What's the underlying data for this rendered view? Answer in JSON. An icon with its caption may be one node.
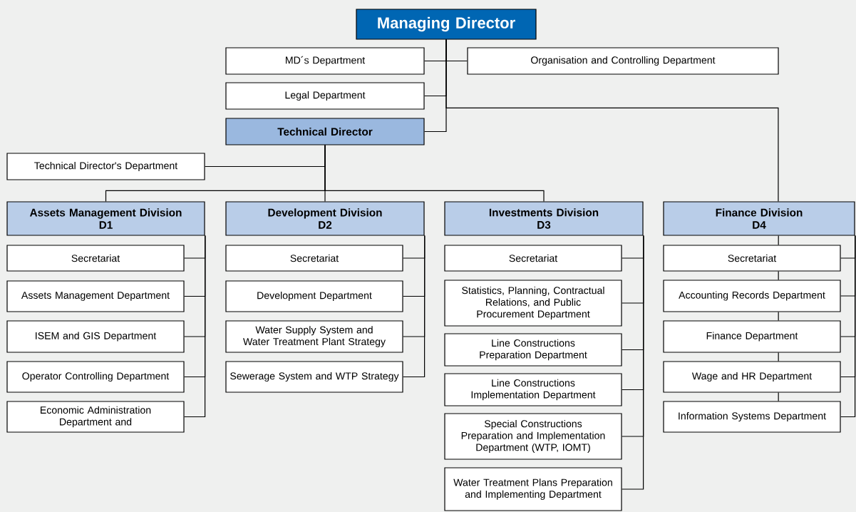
{
  "diagram": {
    "nodes": [
      {
        "text": [
          "Managing Director"
        ]
      },
      {
        "text": [
          "MD´s Department"
        ]
      },
      {
        "text": [
          "Organisation and Controlling Department"
        ]
      },
      {
        "text": [
          "Legal Department"
        ]
      },
      {
        "text": [
          "Technical Director"
        ]
      },
      {
        "text": [
          "Technical Director's Department"
        ]
      },
      {
        "text": [
          "Assets Management Division",
          "D1"
        ]
      },
      {
        "text": [
          "Development Division",
          "D2"
        ]
      },
      {
        "text": [
          "Investments Division",
          "D3"
        ]
      },
      {
        "text": [
          "Finance Division",
          "D4"
        ]
      },
      {
        "text": [
          "Secretariat"
        ]
      },
      {
        "text": [
          "Assets Management Department"
        ]
      },
      {
        "text": [
          "ISEM and GIS Department"
        ]
      },
      {
        "text": [
          "Operator Controlling Department"
        ]
      },
      {
        "text": [
          "Economic Administration Department and"
        ]
      },
      {
        "text": [
          "Secretariat"
        ]
      },
      {
        "text": [
          "Development Department"
        ]
      },
      {
        "text": [
          "Water Supply System and Water Treatment Plant Strategy"
        ]
      },
      {
        "text": [
          "Sewerage System and WTP Strategy"
        ]
      },
      {
        "text": [
          "Secretariat"
        ]
      },
      {
        "text": [
          "Statistics, Planning, Contractual Relations, and Public Procurement Department"
        ]
      },
      {
        "text": [
          "Line Constructions Preparation Department"
        ]
      },
      {
        "text": [
          "Line Constructions Implementation Department"
        ]
      },
      {
        "text": [
          "Special Constructions Preparation and Implementation Department (WTP, IOMT)"
        ]
      },
      {
        "text": [
          "Water Treatment Plans Preparation and Implementing Department"
        ]
      },
      {
        "text": [
          "Secretariat"
        ]
      },
      {
        "text": [
          "Accounting Records Department"
        ]
      },
      {
        "text": [
          "Finance Department"
        ]
      },
      {
        "text": [
          "Wage and HR Department"
        ]
      },
      {
        "text": [
          "Information Systems Department"
        ]
      }
    ],
    "edges": [
      {
        "from": 0,
        "to": 1,
        "arrow": "none"
      },
      {
        "from": 0,
        "to": 2,
        "arrow": "none"
      },
      {
        "from": 0,
        "to": 3,
        "arrow": "none"
      },
      {
        "from": 0,
        "to": 4,
        "arrow": "none"
      },
      {
        "from": 0,
        "to": 9,
        "arrow": "none"
      },
      {
        "from": 4,
        "to": 5,
        "arrow": "none"
      },
      {
        "from": 4,
        "to": 6,
        "arrow": "none"
      },
      {
        "from": 4,
        "to": 7,
        "arrow": "none"
      },
      {
        "from": 4,
        "to": 8,
        "arrow": "none"
      },
      {
        "from": 6,
        "to": 10,
        "arrow": "none"
      },
      {
        "from": 6,
        "to": 11,
        "arrow": "none"
      },
      {
        "from": 6,
        "to": 12,
        "arrow": "none"
      },
      {
        "from": 6,
        "to": 13,
        "arrow": "none"
      },
      {
        "from": 6,
        "to": 14,
        "arrow": "none"
      },
      {
        "from": 7,
        "to": 15,
        "arrow": "none"
      },
      {
        "from": 7,
        "to": 16,
        "arrow": "none"
      },
      {
        "from": 7,
        "to": 17,
        "arrow": "none"
      },
      {
        "from": 7,
        "to": 18,
        "arrow": "none"
      },
      {
        "from": 8,
        "to": 19,
        "arrow": "none"
      },
      {
        "from": 8,
        "to": 20,
        "arrow": "none"
      },
      {
        "from": 8,
        "to": 21,
        "arrow": "none"
      },
      {
        "from": 8,
        "to": 22,
        "arrow": "none"
      },
      {
        "from": 8,
        "to": 23,
        "arrow": "none"
      },
      {
        "from": 8,
        "to": 24,
        "arrow": "none"
      },
      {
        "from": 9,
        "to": 25,
        "arrow": "none"
      },
      {
        "from": 9,
        "to": 26,
        "arrow": "none"
      },
      {
        "from": 9,
        "to": 27,
        "arrow": "none"
      },
      {
        "from": 9,
        "to": 28,
        "arrow": "none"
      },
      {
        "from": 9,
        "to": 29,
        "arrow": "none"
      },
      {
        "from": 9,
        "to": 25,
        "arrow": "none"
      },
      {
        "from": 25,
        "to": 26,
        "arrow": "none"
      },
      {
        "from": 26,
        "to": 27,
        "arrow": "none"
      },
      {
        "from": 27,
        "to": 28,
        "arrow": "none"
      },
      {
        "from": 28,
        "to": 29,
        "arrow": "none"
      }
    ]
  }
}
